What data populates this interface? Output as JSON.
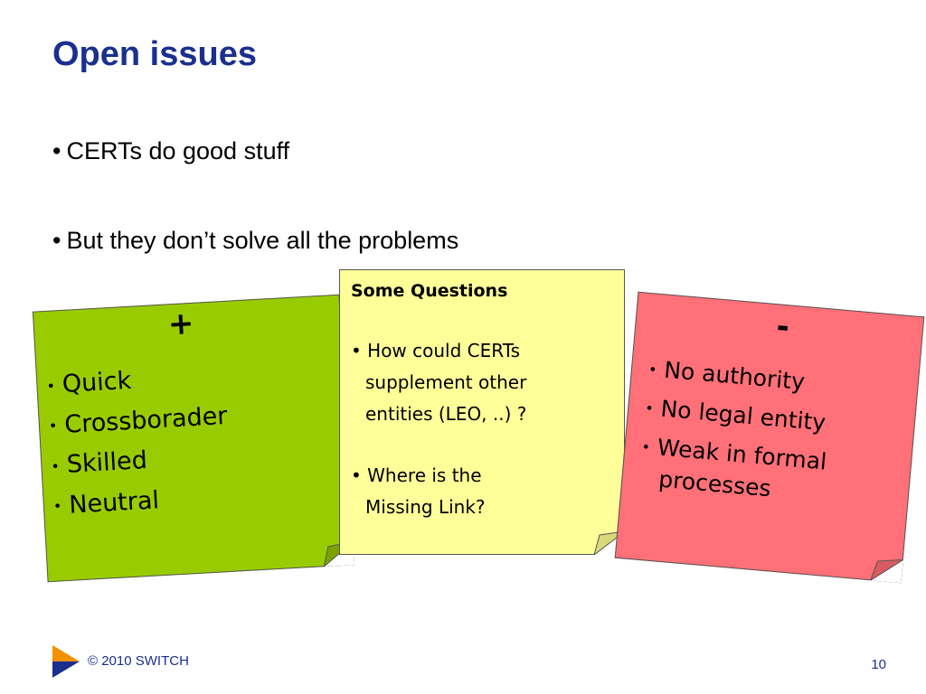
{
  "slide": {
    "title": "Open issues",
    "bullets": [
      "CERTs do good stuff",
      "But they don’t solve all the problems"
    ],
    "bullet_glyph": "•"
  },
  "notes": {
    "pros": {
      "heading": "+",
      "items": [
        "Quick",
        "Crossborader",
        "Skilled",
        "Neutral"
      ],
      "color": "#99cc00"
    },
    "questions": {
      "heading": "Some Questions",
      "items": [
        {
          "line1": "• How could CERTs",
          "line2": "supplement other",
          "line3": "entities (LEO, ..) ?"
        },
        {
          "line1": "• Where is the",
          "line2": "Missing Link?"
        }
      ],
      "color": "#ffff99"
    },
    "cons": {
      "heading": "-",
      "items": [
        {
          "text": "No authority"
        },
        {
          "text": "No legal entity"
        },
        {
          "text": "Weak in formal",
          "cont": "processes"
        }
      ],
      "color": "#ff7078"
    }
  },
  "footer": {
    "copyright": "© 2010 SWITCH",
    "page_number": "10",
    "logo_icon": "switch-chevron-logo"
  },
  "colors": {
    "title": "#1b2f8f",
    "footer_text": "#1b2f8f",
    "logo_orange": "#f39200",
    "logo_blue": "#1b2f8f"
  }
}
